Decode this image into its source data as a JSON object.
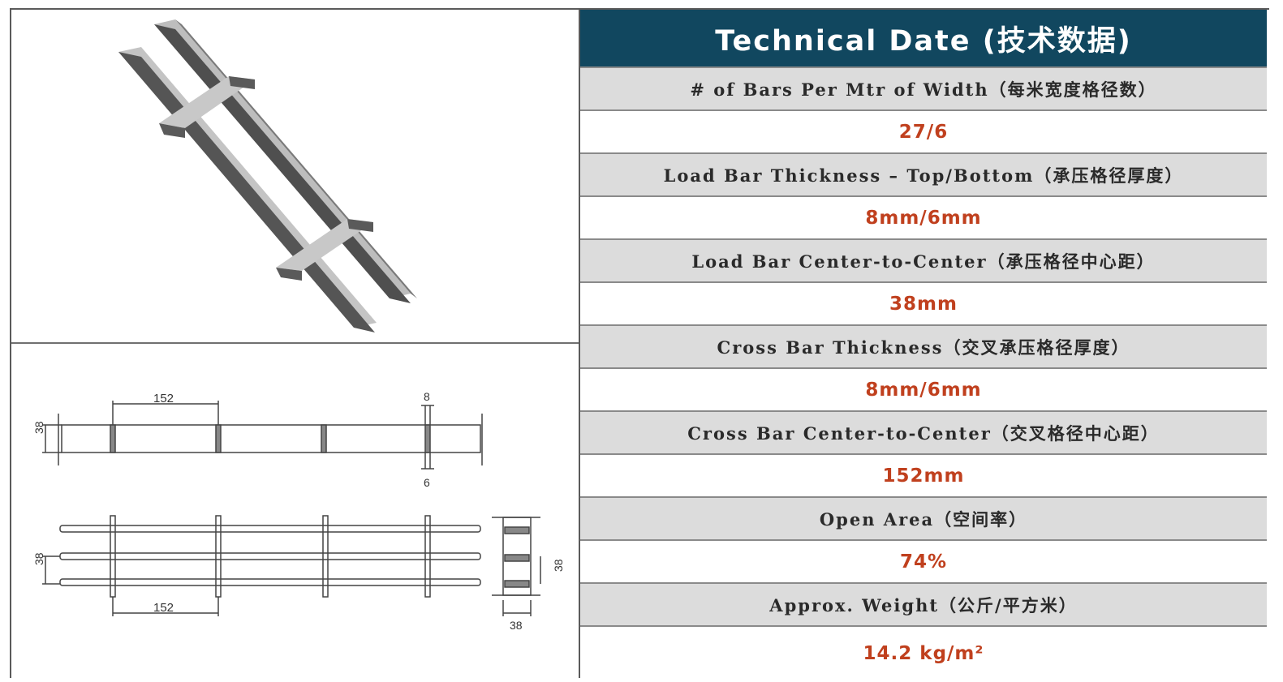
{
  "table": {
    "title": "Technical Date (技术数据)",
    "rows": [
      {
        "label": "# of Bars Per Mtr of Width（每米宽度格径数）",
        "value": "27/6"
      },
      {
        "label": "Load Bar Thickness – Top/Bottom（承压格径厚度）",
        "value": "8mm/6mm"
      },
      {
        "label": "Load Bar Center-to-Center（承压格径中心距）",
        "value": "38mm"
      },
      {
        "label": "Cross Bar Thickness（交叉承压格径厚度）",
        "value": "8mm/6mm"
      },
      {
        "label": "Cross Bar Center-to-Center（交叉格径中心距）",
        "value": "152mm"
      },
      {
        "label": "Open Area（空间率）",
        "value": "74%"
      },
      {
        "label": "Approx. Weight（公斤/平方米）",
        "value": "14.2 kg/m²"
      }
    ]
  },
  "drawing": {
    "side_span": "152",
    "side_height": "38",
    "top_thickness": "8",
    "bottom_thickness": "6",
    "plan_span": "152",
    "plan_height": "38",
    "end_height": "38",
    "end_width": "38"
  },
  "colors": {
    "header_bg": "#11475f",
    "label_bg": "#dcdcdc",
    "value_text": "#c0401e"
  }
}
